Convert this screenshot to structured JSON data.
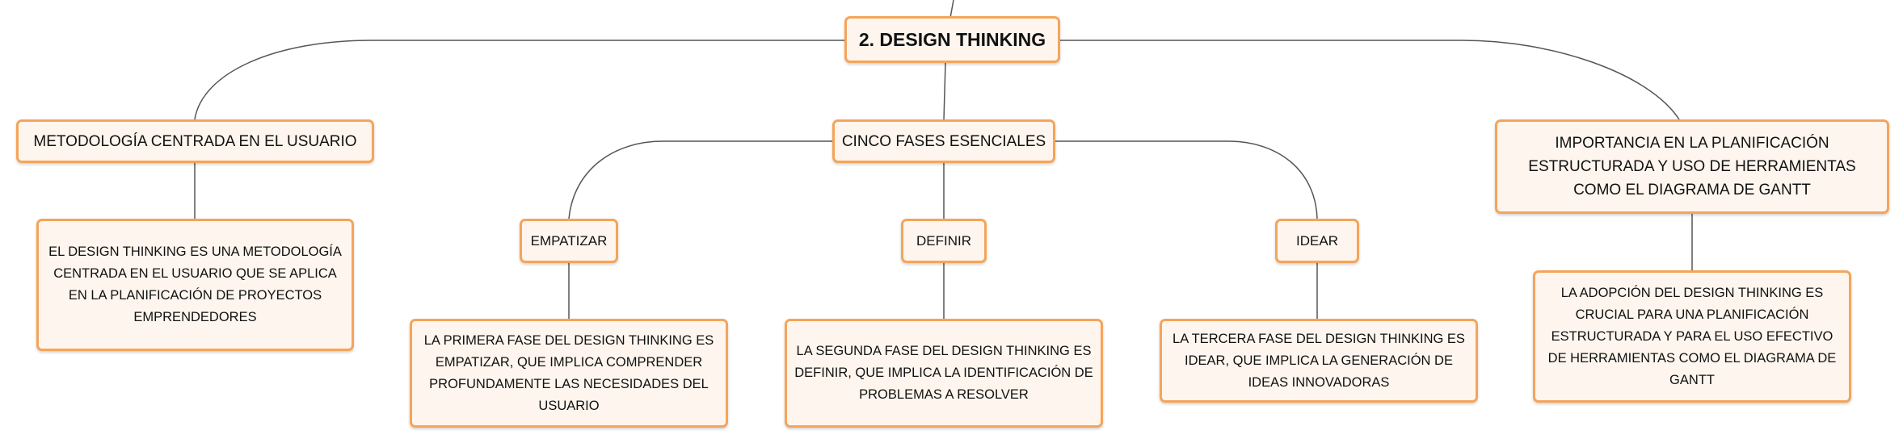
{
  "mindmap": {
    "root": {
      "label": "2. DESIGN THINKING"
    },
    "branches": {
      "metodologia": {
        "label": "METODOLOGÍA CENTRADA EN EL USUARIO",
        "description": "EL DESIGN THINKING ES UNA METODOLOGÍA CENTRADA EN EL USUARIO QUE SE APLICA EN LA PLANIFICACIÓN DE PROYECTOS EMPRENDEDORES"
      },
      "fases": {
        "label": "CINCO FASES ESENCIALES",
        "empatizar": {
          "label": "EMPATIZAR",
          "description": "LA PRIMERA FASE DEL DESIGN THINKING ES EMPATIZAR, QUE IMPLICA COMPRENDER PROFUNDAMENTE LAS NECESIDADES DEL USUARIO"
        },
        "definir": {
          "label": "DEFINIR",
          "description": "LA SEGUNDA FASE DEL DESIGN THINKING ES DEFINIR, QUE IMPLICA LA IDENTIFICACIÓN DE PROBLEMAS A RESOLVER"
        },
        "idear": {
          "label": "IDEAR",
          "description": "LA TERCERA FASE DEL DESIGN THINKING ES IDEAR, QUE IMPLICA LA GENERACIÓN DE IDEAS INNOVADORAS"
        }
      },
      "importancia": {
        "label": "IMPORTANCIA EN LA PLANIFICACIÓN ESTRUCTURADA Y USO DE HERRAMIENTAS COMO EL DIAGRAMA DE GANTT",
        "description": "LA ADOPCIÓN DEL DESIGN THINKING ES CRUCIAL PARA UNA PLANIFICACIÓN ESTRUCTURADA Y PARA EL USO EFECTIVO DE HERRAMIENTAS COMO EL DIAGRAMA DE GANTT"
      }
    }
  },
  "colors": {
    "node_border": "#f5a45a",
    "node_fill": "#fef6ee",
    "connector": "#555555"
  }
}
